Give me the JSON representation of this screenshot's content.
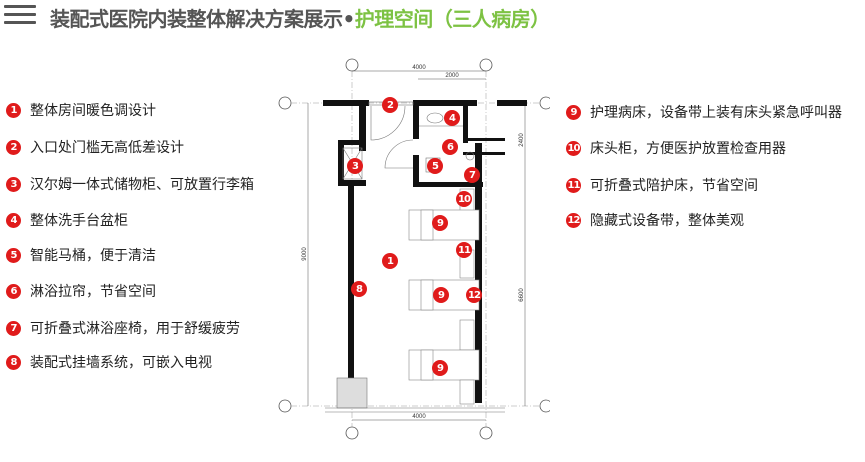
{
  "header": {
    "title_main": "装配式医院内装整体解决方案展示",
    "title_separator": "•",
    "title_accent": "护理空间（三人病房）",
    "accent_color": "#7dc243",
    "title_color": "#555555"
  },
  "legend_left": [
    {
      "num": "1",
      "text": "整体房间暖色调设计"
    },
    {
      "num": "2",
      "text": "入口处门槛无高低差设计"
    },
    {
      "num": "3",
      "text": "汉尔姆一体式储物柜、可放置行李箱"
    },
    {
      "num": "4",
      "text": "整体洗手台盆柜"
    },
    {
      "num": "5",
      "text": "智能马桶，便于清洁"
    },
    {
      "num": "6",
      "text": "淋浴拉帘，节省空间"
    },
    {
      "num": "7",
      "text": "可折叠式淋浴座椅，用于舒缓疲劳"
    },
    {
      "num": "8",
      "text": "装配式挂墙系统，可嵌入电视"
    }
  ],
  "legend_right": [
    {
      "num": "9",
      "text": "护理病床，设备带上装有床头紧急呼叫器"
    },
    {
      "num": "10",
      "text": "床头柜，方便医护放置检查用器"
    },
    {
      "num": "11",
      "text": "可折叠式陪护床，节省空间"
    },
    {
      "num": "12",
      "text": "隐藏式设备带，整体美观"
    }
  ],
  "floor_plan": {
    "dimensions": {
      "top_width": "4000",
      "top_bathroom": "2000",
      "bottom_width": "4000",
      "left_height": "9000",
      "right_upper": "2400",
      "right_lower": "6600"
    },
    "markers": {
      "m1": "1",
      "m2": "2",
      "m3": "3",
      "m4": "4",
      "m5": "5",
      "m6": "6",
      "m7": "7",
      "m8": "8",
      "m9a": "9",
      "m9b": "9",
      "m9c": "9",
      "m10": "10",
      "m11": "11",
      "m12": "12"
    },
    "marker_color": "#e01b1b"
  }
}
